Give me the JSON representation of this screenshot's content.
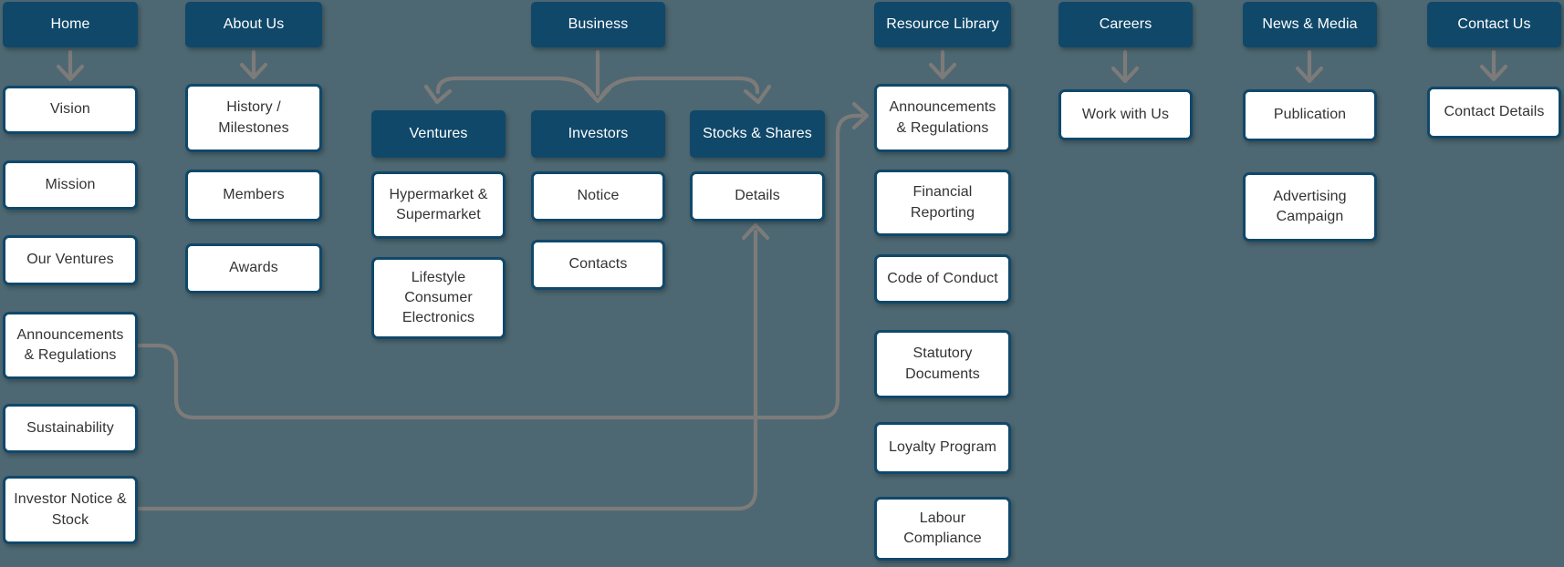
{
  "canvas": {
    "background": "#4d6872"
  },
  "colors": {
    "node_primary_bg": "#10486a",
    "node_primary_text": "#ffffff",
    "node_light_bg": "#ffffff",
    "node_light_border": "#10486a",
    "node_light_text": "#333333",
    "connector": "#7d7b7a"
  },
  "nodes": {
    "home": {
      "label": "Home"
    },
    "vision": {
      "label": "Vision"
    },
    "mission": {
      "label": "Mission"
    },
    "our_ventures": {
      "label": "Our Ventures"
    },
    "announcements_home": {
      "label": "Announcements & Regulations"
    },
    "sustainability": {
      "label": "Sustainability"
    },
    "investor_notice_stock": {
      "label": "Investor Notice & Stock"
    },
    "about_us": {
      "label": "About Us"
    },
    "history_milestones": {
      "label": "History / Milestones"
    },
    "members": {
      "label": "Members"
    },
    "awards": {
      "label": "Awards"
    },
    "business": {
      "label": "Business"
    },
    "ventures": {
      "label": "Ventures"
    },
    "investors": {
      "label": "Investors"
    },
    "stocks_shares": {
      "label": "Stocks & Shares"
    },
    "hypermarket_supermarket": {
      "label": "Hypermarket & Supermarket"
    },
    "lifestyle_consumer_electronics": {
      "label": "Lifestyle Consumer Electronics"
    },
    "notice": {
      "label": "Notice"
    },
    "contacts": {
      "label": "Contacts"
    },
    "details": {
      "label": "Details"
    },
    "resource_library": {
      "label": "Resource Library"
    },
    "announcements_rl": {
      "label": "Announcements & Regulations"
    },
    "financial_reporting": {
      "label": "Financial Reporting"
    },
    "code_of_conduct": {
      "label": "Code of Conduct"
    },
    "statutory_documents": {
      "label": "Statutory Documents"
    },
    "loyalty_program": {
      "label": "Loyalty Program"
    },
    "labour_compliance": {
      "label": "Labour Compliance"
    },
    "careers": {
      "label": "Careers"
    },
    "work_with_us": {
      "label": "Work with Us"
    },
    "publication": {
      "label": "Publication"
    },
    "advertising_campaign": {
      "label": "Advertising Campaign"
    },
    "contact_us": {
      "label": "Contact Us"
    },
    "contact_details": {
      "label": "Contact Details"
    }
  },
  "links": [
    {
      "from": "home",
      "to": "vision"
    },
    {
      "from": "about_us",
      "to": "history_milestones"
    },
    {
      "from": "business",
      "to": "ventures"
    },
    {
      "from": "business",
      "to": "investors"
    },
    {
      "from": "business",
      "to": "stocks_shares"
    },
    {
      "from": "resource_library",
      "to": "announcements_rl"
    },
    {
      "from": "careers",
      "to": "work_with_us"
    },
    {
      "from": "news_media",
      "to": "publication"
    },
    {
      "from": "contact_us",
      "to": "contact_details"
    },
    {
      "from": "announcements_home",
      "to": "announcements_rl"
    },
    {
      "from": "investor_notice_stock",
      "to": "details"
    }
  ],
  "news_media": {
    "label": "News & Media"
  }
}
